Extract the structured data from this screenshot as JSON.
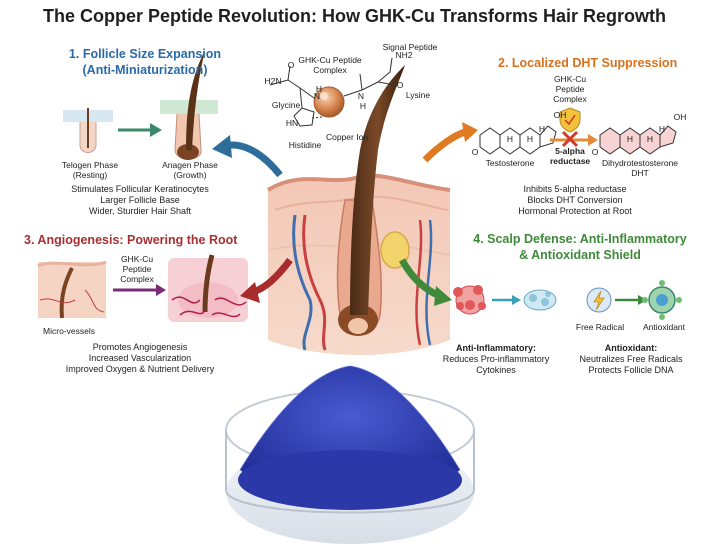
{
  "title": "The Copper Peptide Revolution: How GHK-Cu Transforms Hair Regrowth",
  "section1": {
    "heading_line1": "1. Follicle Size Expansion",
    "heading_line2": "(Anti-Miniaturization)",
    "telogen_label": "Telogen Phase",
    "telogen_sub": "(Resting)",
    "anagen_label": "Anagen Phase",
    "anagen_sub": "(Growth)",
    "benefits": [
      "Stimulates Follicular Keratinocytes",
      "Larger Follicle Base",
      "Wider, Sturdier Hair Shaft"
    ]
  },
  "molecule": {
    "complex_label_1": "GHK-Cu Peptide",
    "complex_label_2": "Complex",
    "signal_label": "Signal Peptide",
    "glycine": "Glycine",
    "histidine": "Histidine",
    "copper": "Copper Ion",
    "lysine": "Lysine",
    "h2n": "H2N",
    "nh2": "NH2",
    "o1": "O",
    "o2": "O",
    "n1": "N",
    "n2": "N",
    "hn": "HN",
    "h1": "H",
    "h2": "H"
  },
  "section2": {
    "heading": "2. Localized DHT Suppression",
    "complex_1": "GHK-Cu",
    "complex_2": "Peptide",
    "complex_3": "Complex",
    "testosterone": "Testosterone",
    "enzyme_1": "5-alpha",
    "enzyme_2": "reductase",
    "dht_1": "Dihydrotestosterone",
    "dht_2": "DHT",
    "oh1": "OH",
    "oh2": "OH",
    "o_t": "O",
    "o_d": "O",
    "h_labels": [
      "H",
      "H",
      "H",
      "H",
      "H",
      "H"
    ],
    "benefits": [
      "Inhibits 5-alpha reductase",
      "Blocks DHT Conversion",
      "Hormonal Protection at Root"
    ]
  },
  "section3": {
    "heading": "3. Angiogenesis: Powering the Root",
    "complex_1": "GHK-Cu",
    "complex_2": "Peptide",
    "complex_3": "Complex",
    "micro_label": "Micro-vessels",
    "benefits": [
      "Promotes Angiogenesis",
      "Increased Vascularization",
      "Improved Oxygen & Nutrient Delivery"
    ]
  },
  "section4": {
    "heading_line1": "4. Scalp Defense: Anti-Inflammatory",
    "heading_line2": "& Antioxidant Shield",
    "free_radical": "Free Radical",
    "antioxidant": "Antioxidant",
    "anti_inflam_title": "Anti-Inflammatory:",
    "anti_inflam_1": "Reduces Pro-inflammatory",
    "anti_inflam_2": "Cytokines",
    "antiox_title": "Antioxidant:",
    "antiox_1": "Neutralizes Free Radicals",
    "antiox_2": "Protects Follicle DNA"
  },
  "colors": {
    "blue_heading": "#2a6aa8",
    "orange_heading": "#d9701c",
    "red_heading": "#a83030",
    "green_heading": "#3f8a3a",
    "powder": "#2f3fb5"
  }
}
